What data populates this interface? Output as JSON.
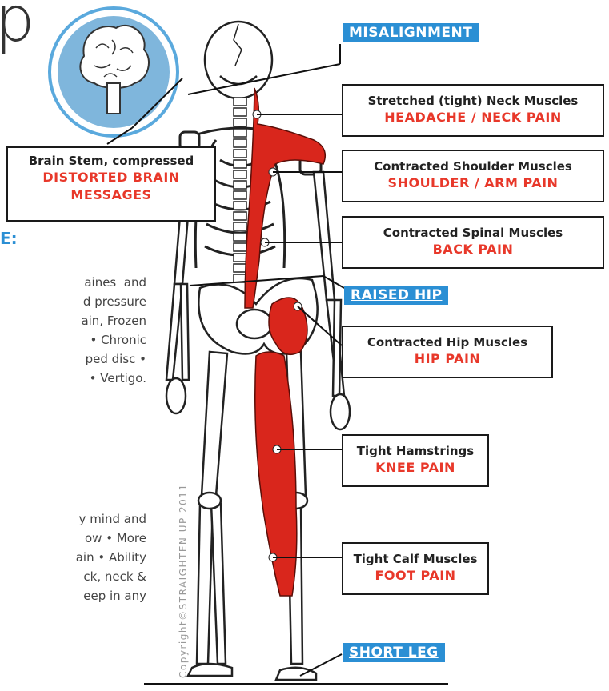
{
  "title_fragment": "p",
  "brain_box": {
    "line1": "Brain Stem, compressed",
    "line2": "DISTORTED BRAIN",
    "line3": "MESSAGES"
  },
  "tags": {
    "misalignment": "MISALIGNMENT",
    "raised_hip": "RAISED HIP",
    "short_leg": "SHORT LEG"
  },
  "labels": [
    {
      "name": "Stretched (tight) Neck Muscles",
      "pain": "HEADACHE / NECK PAIN"
    },
    {
      "name": "Contracted Shoulder Muscles",
      "pain": "SHOULDER / ARM PAIN"
    },
    {
      "name": "Contracted Spinal Muscles",
      "pain": "BACK PAIN"
    },
    {
      "name": "Contracted Hip Muscles",
      "pain": "HIP PAIN"
    },
    {
      "name": "Tight Hamstrings",
      "pain": "KNEE PAIN"
    },
    {
      "name": "Tight Calf Muscles",
      "pain": "FOOT PAIN"
    }
  ],
  "left_heading": "E:",
  "left_text_1": [
    "aines  and",
    "d pressure",
    "ain, Frozen",
    "• Chronic",
    "ped disc •",
    "• Vertigo."
  ],
  "left_text_2": [
    "y mind and",
    "ow • More",
    "ain • Ability",
    "ck, neck &",
    "eep in any"
  ],
  "copyright": "Copyright©STRAIGHTEN UP 2011",
  "colors": {
    "accent_blue": "#2b8fd4",
    "pain_red": "#e8382a",
    "muscle_red": "#d9261c"
  }
}
